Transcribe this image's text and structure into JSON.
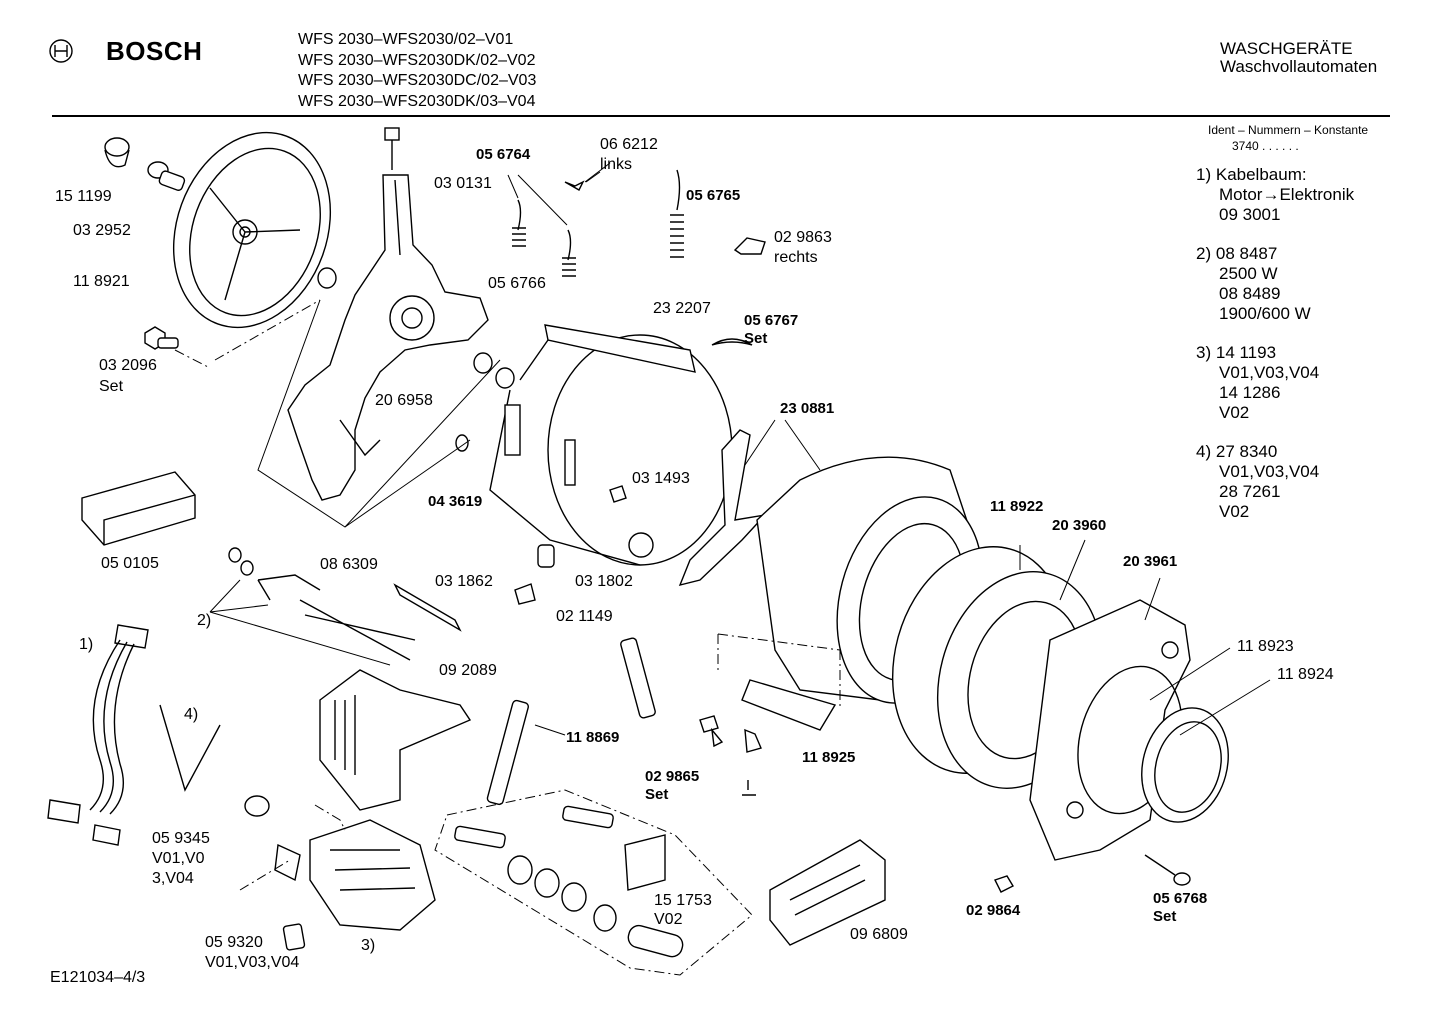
{
  "header": {
    "brand": "BOSCH",
    "models": [
      "WFS 2030–WFS2030/02–V01",
      "WFS 2030–WFS2030DK/02–V02",
      "WFS 2030–WFS2030DC/02–V03",
      "WFS 2030–WFS2030DK/03–V04"
    ],
    "category": "WASCHGERÄTE",
    "subcategory": "Waschvollautomaten"
  },
  "ident": {
    "label": "Ident – Nummern – Konstante",
    "value": "3740 . . . . . ."
  },
  "notes": [
    {
      "num": "1)",
      "lines": [
        "Kabelbaum:",
        "Motor→Elektronik",
        "09 3001"
      ]
    },
    {
      "num": "2)",
      "lines": [
        "08 8487",
        "2500 W",
        "08 8489",
        "1900/600 W"
      ]
    },
    {
      "num": "3)",
      "lines": [
        "14 1193",
        "V01,V03,V04",
        "14 1286",
        "V02"
      ]
    },
    {
      "num": "4)",
      "lines": [
        "27 8340",
        "V01,V03,V04",
        "28 7261",
        "V02"
      ]
    }
  ],
  "parts": {
    "p151199": "15 1199",
    "p032952": "03 2952",
    "p118921": "11 8921",
    "p032096": "03 2096",
    "p032096s": "Set",
    "p050105": "05 0105",
    "p030131": "03 0131",
    "p056764": "05 6764",
    "p066212": "06 6212",
    "p066212s": "links",
    "p056765": "05 6765",
    "p029863": "02 9863",
    "p029863s": "rechts",
    "p056766": "05 6766",
    "p232207": "23 2207",
    "p056767": "05 6767",
    "p056767s": "Set",
    "p206958": "20 6958",
    "p043619": "04 3619",
    "p086309": "08 6309",
    "p031493": "03 1493",
    "p230881": "23 0881",
    "p118922": "11 8922",
    "p203960": "20 3960",
    "p203961": "20 3961",
    "p031862": "03 1862",
    "p031802": "03 1802",
    "p021149": "02 1149",
    "p092089": "09 2089",
    "p118869": "11 8869",
    "p029865": "02 9865",
    "p029865s": "Set",
    "p118925": "11 8925",
    "p118923": "11 8923",
    "p118924": "11 8924",
    "p059345": "05 9345",
    "p059345a": "V01,V0",
    "p059345b": "3,V04",
    "p059320": "05 9320",
    "p059320a": "V01,V03,V04",
    "p151753": "15 1753",
    "p151753a": "V02",
    "p096809": "09 6809",
    "p029864": "02 9864",
    "p056768": "05 6768",
    "p056768s": "Set",
    "c1": "1)",
    "c2": "2)",
    "c3": "3)",
    "c4": "4)"
  },
  "footer": {
    "code": "E121034–4/3"
  }
}
